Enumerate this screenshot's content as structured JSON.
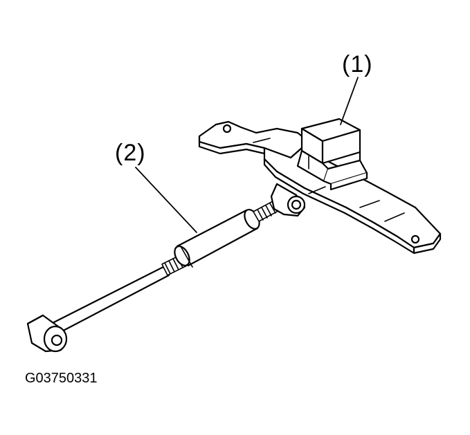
{
  "callouts": {
    "part_1": "(1)",
    "part_2": "(2)"
  },
  "figure_code": "G03750331",
  "colors": {
    "line": "#000000",
    "fill": "#ffffff"
  }
}
